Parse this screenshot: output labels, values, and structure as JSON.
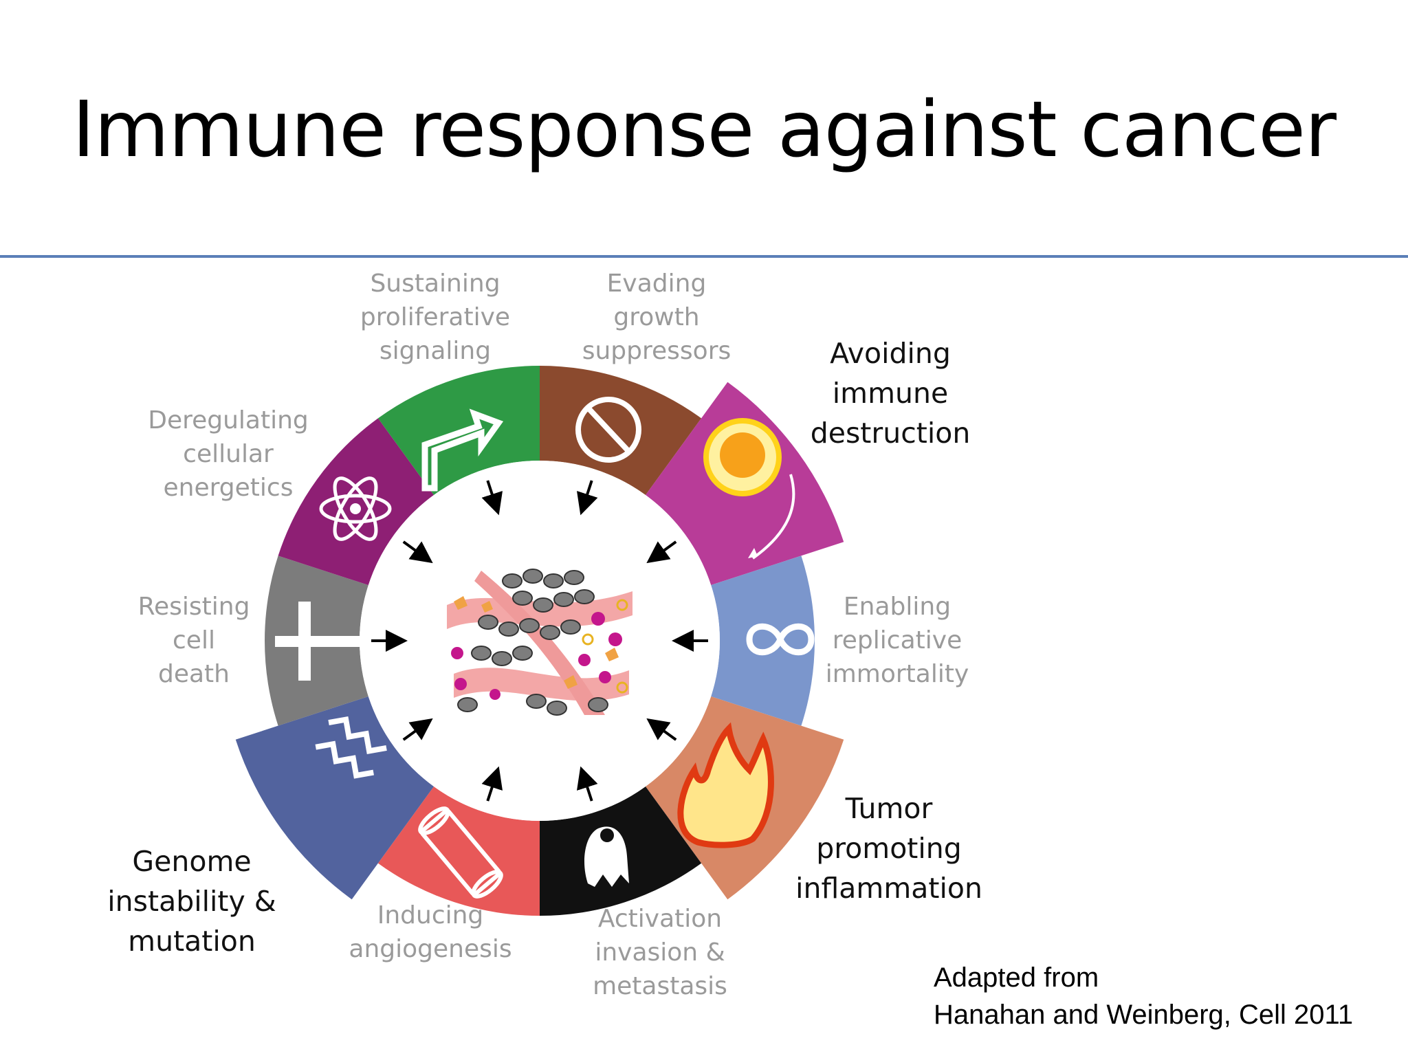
{
  "slide": {
    "title": "Immune response against cancer",
    "citation": "Adapted from\nHanahan and Weinberg, Cell 2011"
  },
  "hallmarks": {
    "sustaining": "Sustaining\nproliferative\nsignaling",
    "evading": "Evading\ngrowth\nsuppressors",
    "avoiding": "Avoiding\nimmune\ndestruction",
    "enabling": "Enabling\nreplicative\nimmortality",
    "tumor": "Tumor\npromoting\ninflammation",
    "activation": "Activation\ninvasion &\nmetastasis",
    "inducing": "Inducing\nangiogenesis",
    "genome": "Genome\ninstability &\nmutation",
    "resisting": "Resisting\ncell\ndeath",
    "deregulating": "Deregulating\ncellular\nenergetics"
  },
  "colors": {
    "sustaining": "#2e9a45",
    "evading": "#8b4a2e",
    "avoiding": "#b83c98",
    "enabling": "#7b96cc",
    "tumor": "#d88866",
    "activation": "#111111",
    "inducing": "#e85858",
    "genome": "#52639e",
    "resisting": "#7c7c7c",
    "deregulating": "#8e1f74",
    "rule": "#5b7fb8"
  }
}
